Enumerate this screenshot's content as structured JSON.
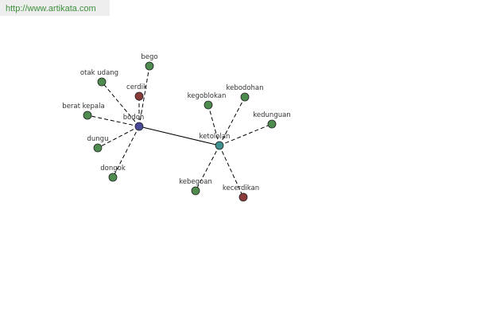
{
  "watermark": {
    "text": "http://www.artikata.com"
  },
  "colors": {
    "synonym": "#4e8b4e",
    "antonym": "#8b3a3a",
    "bodoh": "#4a4a9a",
    "ketololan": "#3f8f8f",
    "edge": "#000000",
    "node_stroke": "#222222"
  },
  "graph": {
    "nodes": [
      {
        "id": "bodoh",
        "label": "bodoh",
        "kind": "bodoh"
      },
      {
        "id": "ketololan",
        "label": "ketololan",
        "kind": "ketololan"
      },
      {
        "id": "bego",
        "label": "bego",
        "kind": "synonym"
      },
      {
        "id": "cerdik",
        "label": "cerdik",
        "kind": "antonym"
      },
      {
        "id": "otak_udang",
        "label": "otak udang",
        "kind": "synonym"
      },
      {
        "id": "berat_kepala",
        "label": "berat kepala",
        "kind": "synonym"
      },
      {
        "id": "dungu",
        "label": "dungu",
        "kind": "synonym"
      },
      {
        "id": "dongok",
        "label": "dongok",
        "kind": "synonym"
      },
      {
        "id": "kegoblokan",
        "label": "kegoblokan",
        "kind": "synonym"
      },
      {
        "id": "kebodohan",
        "label": "kebodohan",
        "kind": "synonym"
      },
      {
        "id": "kedunguan",
        "label": "kedunguan",
        "kind": "synonym"
      },
      {
        "id": "kebegoan",
        "label": "kebegoan",
        "kind": "synonym"
      },
      {
        "id": "kecerdikan",
        "label": "kecerdikan",
        "kind": "antonym"
      }
    ],
    "edges": [
      {
        "from": "bodoh",
        "to": "ketololan",
        "style": "solid"
      },
      {
        "from": "bodoh",
        "to": "bego",
        "style": "dashed"
      },
      {
        "from": "bodoh",
        "to": "cerdik",
        "style": "dashed"
      },
      {
        "from": "bodoh",
        "to": "otak_udang",
        "style": "dashed"
      },
      {
        "from": "bodoh",
        "to": "berat_kepala",
        "style": "dashed"
      },
      {
        "from": "bodoh",
        "to": "dungu",
        "style": "dashed"
      },
      {
        "from": "bodoh",
        "to": "dongok",
        "style": "dashed"
      },
      {
        "from": "ketololan",
        "to": "kegoblokan",
        "style": "dashed"
      },
      {
        "from": "ketololan",
        "to": "kebodohan",
        "style": "dashed"
      },
      {
        "from": "ketololan",
        "to": "kedunguan",
        "style": "dashed"
      },
      {
        "from": "ketololan",
        "to": "kebegoan",
        "style": "dashed"
      },
      {
        "from": "ketololan",
        "to": "kecerdikan",
        "style": "dashed"
      }
    ]
  }
}
